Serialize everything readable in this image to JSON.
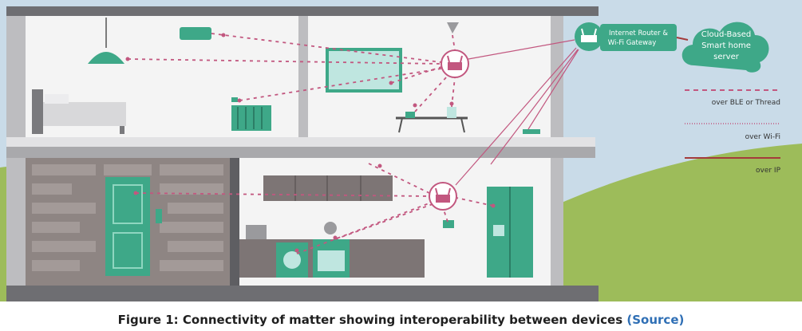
{
  "diagram": {
    "nodes": {
      "router": "Internet Router &",
      "router_line2": "Wi-Fi Gateway",
      "cloud": "Cloud-Based",
      "cloud_line2": "Smart home",
      "cloud_line3": "server"
    },
    "legend": [
      {
        "label": "over BLE or Thread",
        "color": "#c2577f",
        "style": "dashed"
      },
      {
        "label": "over Wi-Fi",
        "color": "#c2577f",
        "style": "dotted"
      },
      {
        "label": "over IP",
        "color": "#a43b3b",
        "style": "solid"
      }
    ],
    "colors": {
      "sky": "#c9dbe8",
      "grass": "#9dbc5a",
      "teal": "#3ea888",
      "wall": "#f4f4f4",
      "roof": "#6e6e72",
      "link": "#c2577f"
    }
  },
  "caption": {
    "text": "Figure 1: Connectivity of matter showing interoperability between devices",
    "source_link": "(Source)"
  }
}
